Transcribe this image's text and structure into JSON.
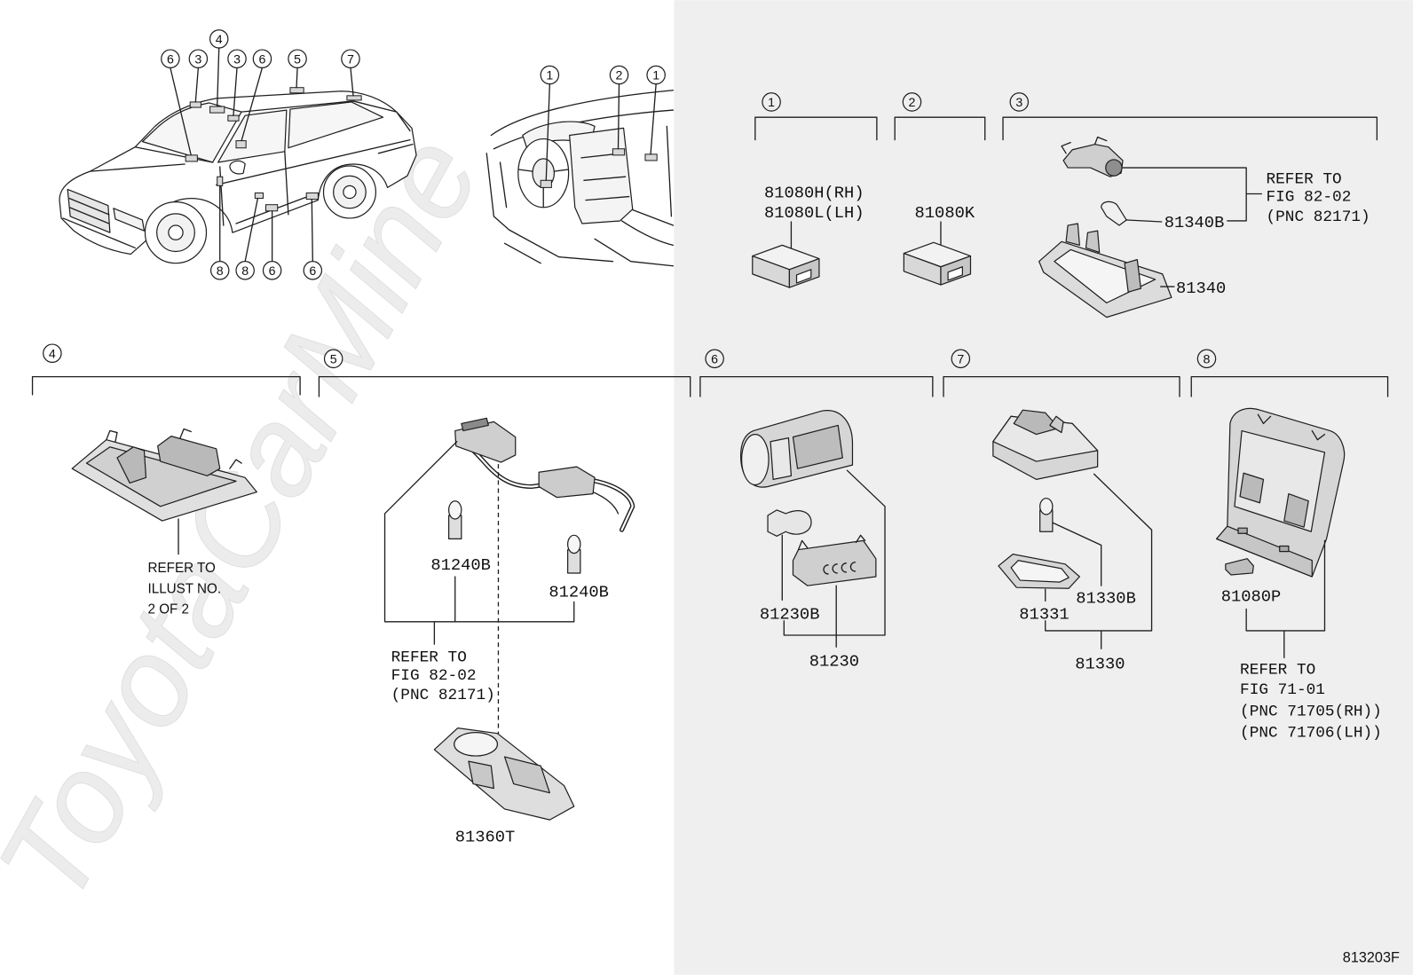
{
  "watermark": "ToyotaCarMine",
  "figure_code": "813203F",
  "car_callouts": {
    "top": [
      "6",
      "3",
      "4",
      "3",
      "6",
      "5",
      "7"
    ],
    "bottom": [
      "8",
      "8",
      "6",
      "6"
    ]
  },
  "dash_callouts": [
    "1",
    "2",
    "1"
  ],
  "sections": [
    {
      "num": "1",
      "labels": [
        "81080H(RH)",
        "81080L(LH)"
      ]
    },
    {
      "num": "2",
      "labels": [
        "81080K"
      ]
    },
    {
      "num": "3",
      "labels": [
        "81340B",
        "81340"
      ],
      "refer": [
        "REFER TO",
        "FIG 82-02",
        "(PNC 82171)"
      ]
    },
    {
      "num": "4",
      "refer": [
        "REFER TO",
        "ILLUST NO.",
        "2 OF 2"
      ]
    },
    {
      "num": "5",
      "labels": [
        "81240B",
        "81240B",
        "81360T"
      ],
      "refer": [
        "REFER TO",
        "FIG 82-02",
        "(PNC 82171)"
      ]
    },
    {
      "num": "6",
      "labels": [
        "81230B",
        "81230"
      ]
    },
    {
      "num": "7",
      "labels": [
        "81331",
        "81330B",
        "81330"
      ]
    },
    {
      "num": "8",
      "labels": [
        "81080P"
      ],
      "refer": [
        "REFER TO",
        "FIG 71-01",
        "(PNC 71705(RH))",
        "(PNC 71706(LH))"
      ]
    }
  ]
}
